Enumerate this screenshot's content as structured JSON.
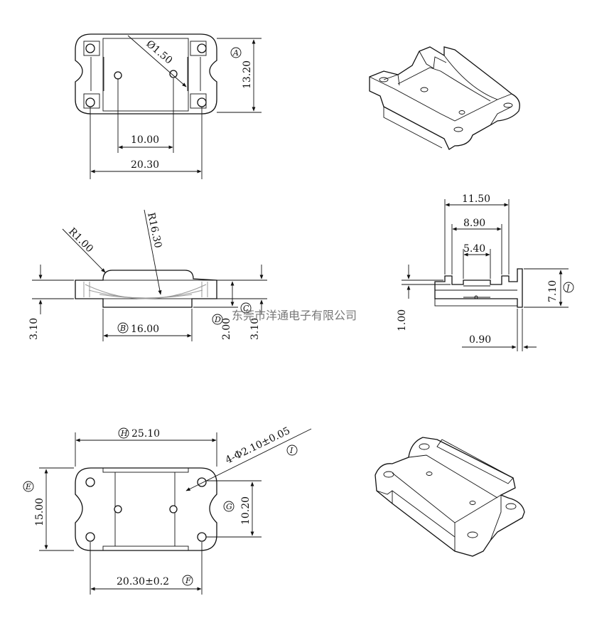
{
  "top_view": {
    "hole_dia": "Ø1.50",
    "height": "13.20",
    "hole_spacing": "10.00",
    "width": "20.30",
    "ref_a": "A"
  },
  "side_view": {
    "radius_small": "R1.00",
    "radius_large": "R16.30",
    "height_left": "3.10",
    "base_width": "16.00",
    "ref_b": "B",
    "ref_c": "C",
    "ref_d": "D",
    "step_height": "2.00",
    "height_right": "3.10"
  },
  "end_view": {
    "outer_width": "11.50",
    "mid_width": "8.90",
    "inner_width": "5.40",
    "total_height": "7.10",
    "ref_j": "J",
    "lip_height": "1.00",
    "wall_thickness": "0.90"
  },
  "bottom_view": {
    "width": "25.10",
    "ref_h": "H",
    "hole_callout": "4-Φ2.10±0.05",
    "ref_i": "I",
    "height": "15.00",
    "ref_e": "E",
    "hole_pitch_v": "10.20",
    "ref_g": "G",
    "hole_pitch_h": "20.30±0.2",
    "ref_f": "F"
  },
  "watermark": "东莞市洋通电子有限公司"
}
